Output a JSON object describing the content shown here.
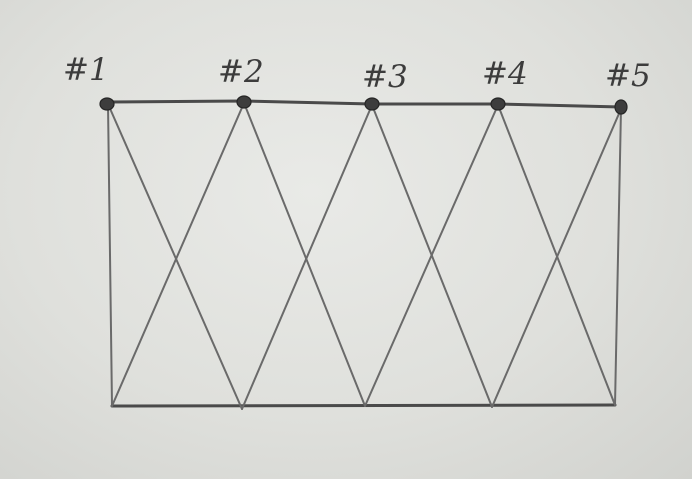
{
  "diagram": {
    "nodes": [
      {
        "id": 1,
        "label": "#1"
      },
      {
        "id": 2,
        "label": "#2"
      },
      {
        "id": 3,
        "label": "#3"
      },
      {
        "id": 4,
        "label": "#4"
      },
      {
        "id": 5,
        "label": "#5"
      }
    ],
    "colors": {
      "paper": "#e3e4e0",
      "pencil": "#5f5f5f",
      "pin": "#3d3d3d"
    }
  }
}
